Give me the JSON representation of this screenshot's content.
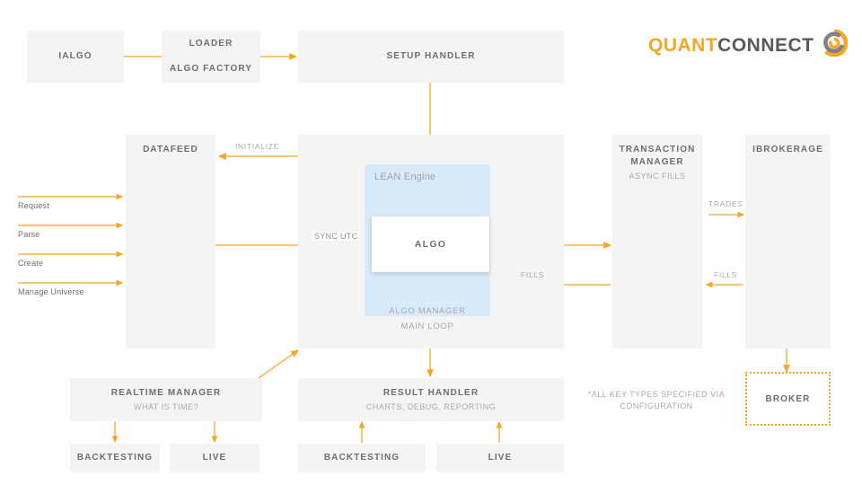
{
  "brand": {
    "word_one": "QUANT",
    "word_two": "CONNECT",
    "color_orange": "#f5a623",
    "color_gray": "#58595b",
    "logo_icon": "quantconnect-swirl-icon"
  },
  "theme": {
    "box_fill": "#f4f4f4",
    "lean_fill": "#d9eaf8",
    "arrow": "#f5a623",
    "title_text": "#6d6e71",
    "sub_text": "#a7a9ac"
  },
  "nodes": {
    "ialgo": {
      "title": "IALGO"
    },
    "loader": {
      "title": "LOADER",
      "sub": "ALGO FACTORY"
    },
    "setup_handler": {
      "title": "SETUP HANDLER"
    },
    "datafeed": {
      "title": "DATAFEED"
    },
    "lean_engine": {
      "label": "LEAN Engine"
    },
    "algo": {
      "title": "ALGO"
    },
    "algo_manager": {
      "label": "ALGO MANAGER"
    },
    "main_loop": {
      "label": "MAIN LOOP"
    },
    "transaction_manager": {
      "title": "TRANSACTION MANAGER",
      "sub": "ASYNC FILLS"
    },
    "ibrokerage": {
      "title": "IBROKERAGE"
    },
    "broker": {
      "title": "BROKER"
    },
    "realtime_manager": {
      "title": "REALTIME MANAGER",
      "sub": "WHAT IS TIME?"
    },
    "result_handler": {
      "title": "RESULT HANDLER",
      "sub": "CHARTS, DEBUG, REPORTING"
    },
    "rt_backtesting": {
      "title": "BACKTESTING"
    },
    "rt_live": {
      "title": "LIVE"
    },
    "rh_backtesting": {
      "title": "BACKTESTING"
    },
    "rh_live": {
      "title": "LIVE"
    }
  },
  "edges": {
    "initialize": "INITIALIZE",
    "sync_utc": "SYNC UTC",
    "trades": "TRADES",
    "fills_left": "FILLS",
    "fills_right": "FILLS"
  },
  "inputs": [
    {
      "label": "Request"
    },
    {
      "label": "Parse"
    },
    {
      "label": "Create"
    },
    {
      "label": "Manage Universe"
    }
  ],
  "footnote": {
    "line1": "*ALL KEY TYPES SPECIFIED VIA",
    "line2": "CONFIGURATION"
  }
}
